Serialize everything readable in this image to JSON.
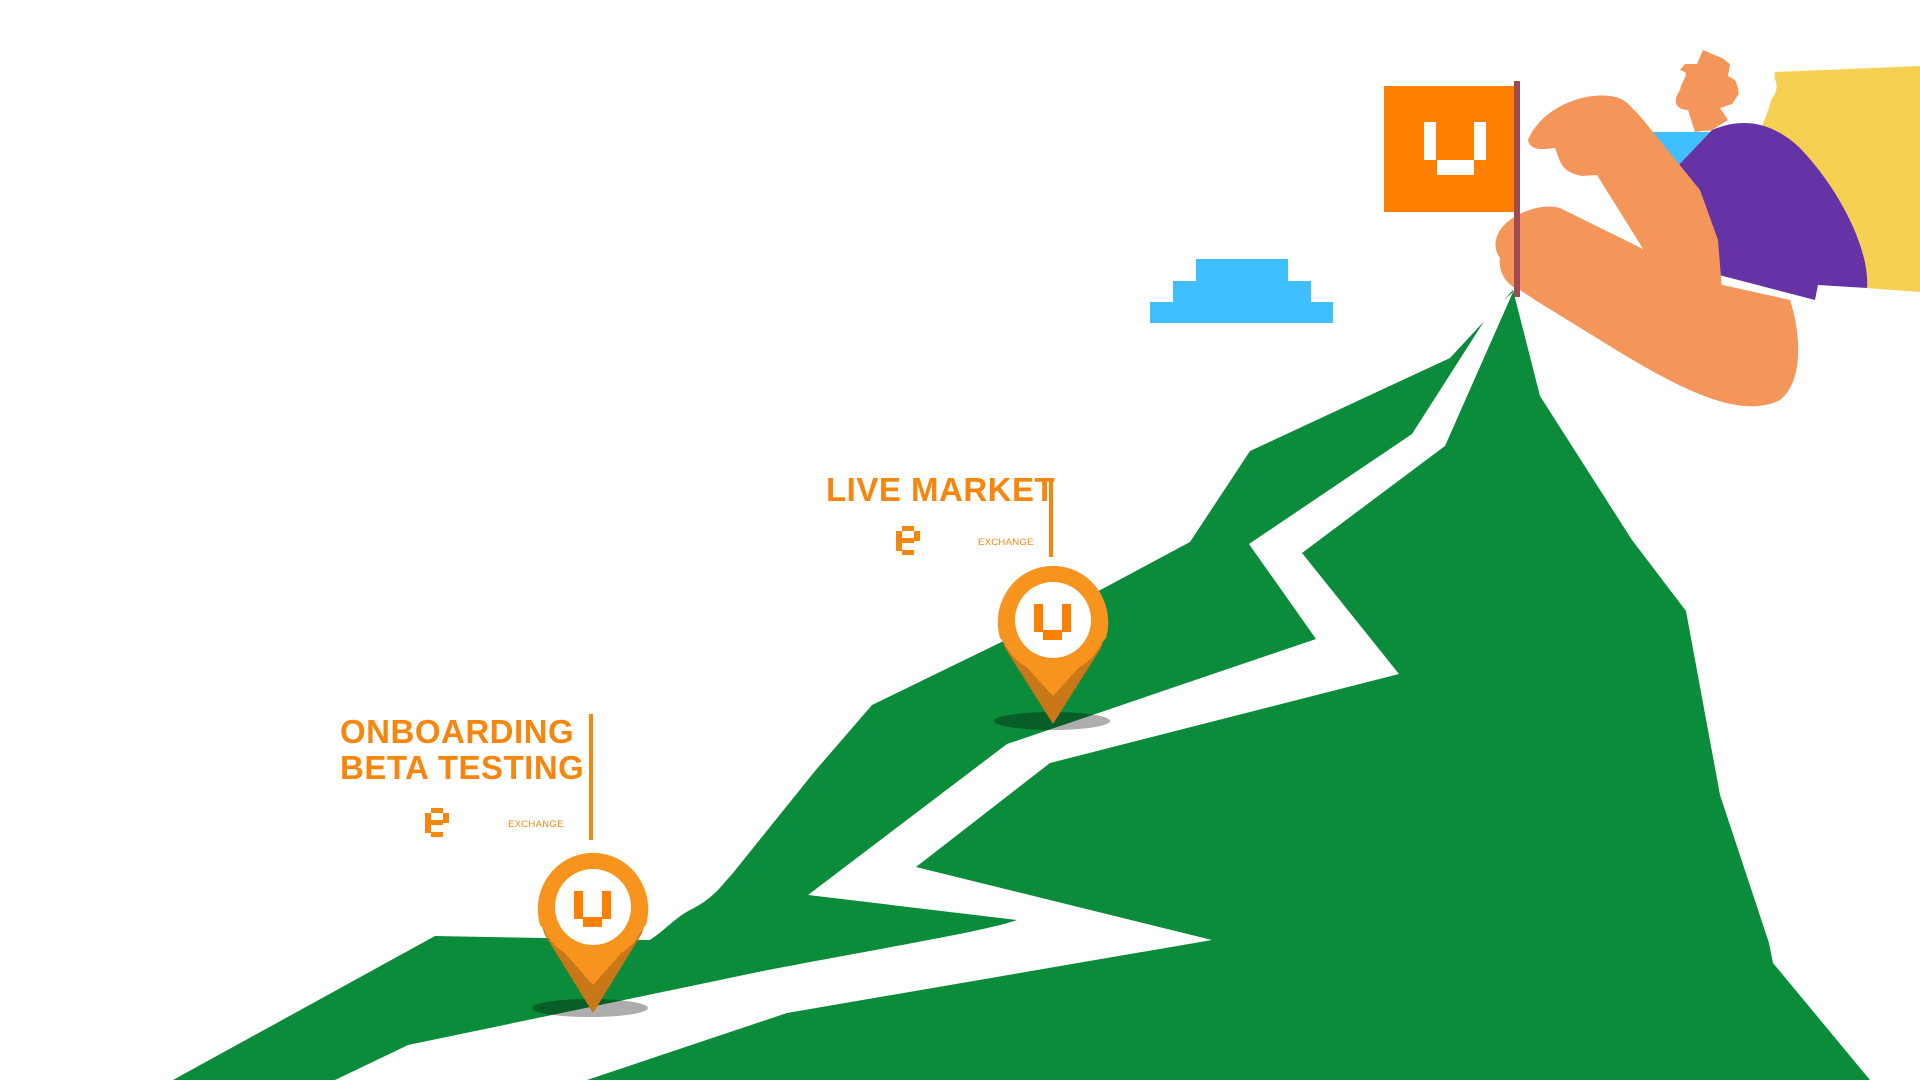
{
  "milestones": [
    {
      "title_lines": [
        "ONBOARDING",
        "BETA TESTING"
      ],
      "brand_label": "EXCHANGE",
      "pin_icon": "location-pin-icon",
      "logo_icon": "pixel-u-logo-icon"
    },
    {
      "title_lines": [
        "LIVE MARKET"
      ],
      "brand_label": "EXCHANGE",
      "pin_icon": "location-pin-icon",
      "logo_icon": "pixel-u-logo-icon"
    }
  ],
  "summit": {
    "flag_icon": "pixel-u-flag-icon"
  },
  "colors": {
    "mountain": "#0b8c3a",
    "path": "#ffffff",
    "accent_orange": "#f7860e",
    "pin_orange": "#f7941d",
    "pin_shade": "#c97718",
    "flag_orange": "#ff7f00",
    "flag_pole": "#a04a55",
    "sky_cloud": "#40bfff",
    "skin": "#f4955a",
    "shirt": "#6633a6",
    "cape": "#f5d052"
  }
}
